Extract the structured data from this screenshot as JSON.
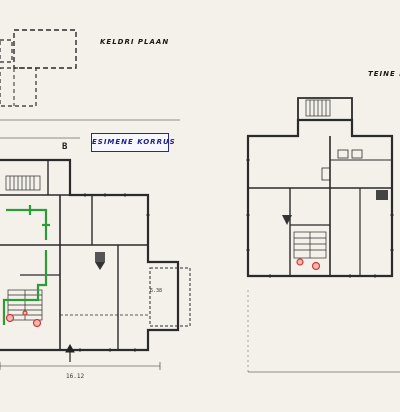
{
  "labels": {
    "cellar_plan": "KELDRI PLAAN",
    "first_floor": "ESIMENE KORRUS",
    "second_floor": "TEINE K"
  },
  "dimensions": {
    "first_floor_bottom": "16.12",
    "section_marker": "B",
    "annex_width": "6.38"
  },
  "colors": {
    "paper": "#f4f1ea",
    "ink": "#2b2b2b",
    "highlight_green": "#2e9a3a",
    "marker_red": "#d23a3a",
    "label_border": "#2a2a8a"
  }
}
